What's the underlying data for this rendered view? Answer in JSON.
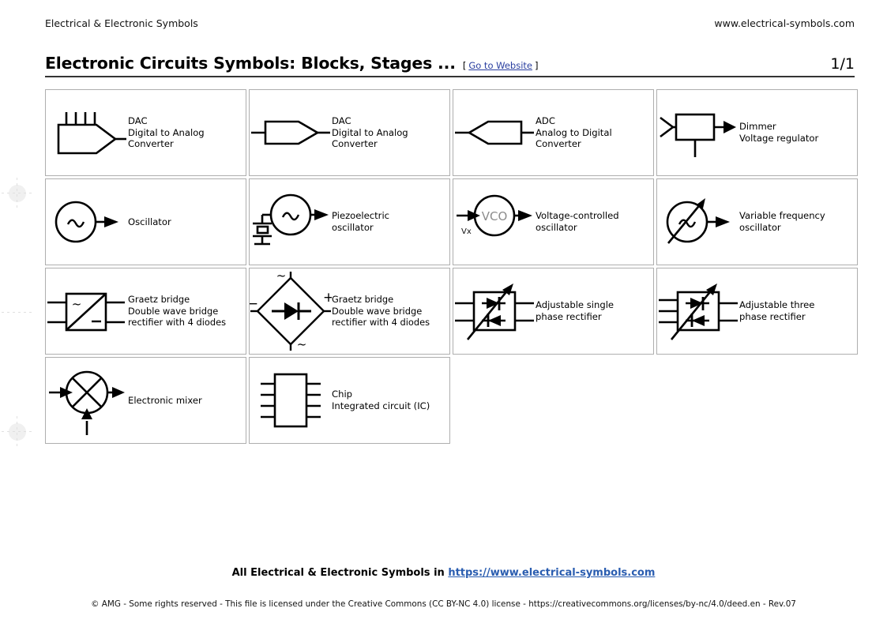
{
  "header": {
    "left_text": "Electrical & Electronic Symbols",
    "right_text": "www.electrical-symbols.com"
  },
  "title_bar": {
    "title": "Electronic Circuits Symbols: Blocks, Stages ...",
    "bracket_open": "[",
    "link_label": "Go to Website",
    "bracket_close": "]",
    "page_number": "1/1"
  },
  "symbols": [
    {
      "id": "dac-parallel",
      "icon": "dac-parallel-icon",
      "label": "DAC\nDigital to Analog\nConverter"
    },
    {
      "id": "dac-serial",
      "icon": "dac-serial-icon",
      "label": "DAC\nDigital to Analog\nConverter"
    },
    {
      "id": "adc",
      "icon": "adc-icon",
      "label": "ADC\nAnalog to Digital\nConverter"
    },
    {
      "id": "dimmer",
      "icon": "dimmer-icon",
      "label": "Dimmer\nVoltage regulator"
    },
    {
      "id": "oscillator",
      "icon": "oscillator-icon",
      "label": "Oscillator"
    },
    {
      "id": "piezoelectric-oscillator",
      "icon": "piezoelectric-oscillator-icon",
      "label": "Piezoelectric\noscillator"
    },
    {
      "id": "vco",
      "icon": "vco-icon",
      "inner_text": "VCO",
      "port_label": "Vx",
      "label": "Voltage-controlled\noscillator"
    },
    {
      "id": "variable-frequency-oscillator",
      "icon": "variable-frequency-oscillator-icon",
      "label": "Variable frequency\noscillator"
    },
    {
      "id": "graetz-bridge-square",
      "icon": "graetz-bridge-square-icon",
      "label": "Graetz bridge\nDouble wave bridge\nrectifier with 4 diodes"
    },
    {
      "id": "graetz-bridge-diamond",
      "icon": "graetz-bridge-diamond-icon",
      "label": "Graetz bridge\nDouble wave bridge\nrectifier with 4 diodes"
    },
    {
      "id": "adjustable-single-phase-rectifier",
      "icon": "adjustable-single-phase-rectifier-icon",
      "label": "Adjustable single\nphase rectifier"
    },
    {
      "id": "adjustable-three-phase-rectifier",
      "icon": "adjustable-three-phase-rectifier-icon",
      "label": "Adjustable three\nphase rectifier"
    },
    {
      "id": "electronic-mixer",
      "icon": "electronic-mixer-icon",
      "label": "Electronic mixer"
    },
    {
      "id": "chip",
      "icon": "chip-icon",
      "label": "Chip\nIntegrated circuit (IC)"
    }
  ],
  "symbol_marks": {
    "tilde": "~",
    "minus": "−",
    "plus": "+"
  },
  "footer": {
    "main_prefix": "All Electrical & Electronic Symbols in ",
    "main_link": "https://www.electrical-symbols.com",
    "copyright": "© AMG - Some rights reserved - This file is licensed under the Creative Commons (CC BY-NC 4.0) license - https://creativecommons.org/licenses/by-nc/4.0/deed.en - Rev.07"
  },
  "colors": {
    "link": "#2a5db0",
    "cell_border": "#aeaeae",
    "rule": "#333333",
    "crop_mark": "#e0e0e0"
  }
}
